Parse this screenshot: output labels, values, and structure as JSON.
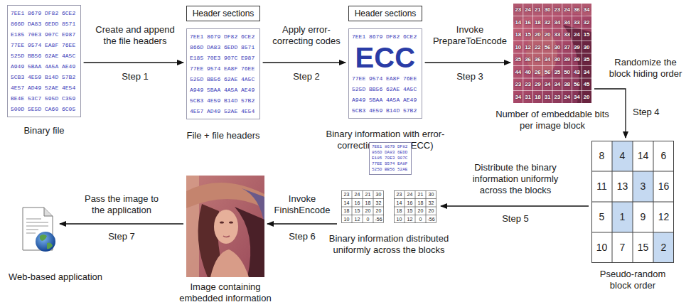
{
  "diagram": {
    "nodes": [
      {
        "text": [
          "7EE1 8679 DF82 6CE2 866D DA83 6EDD 8571 E185 70E3 907C E987 77EE 9574 EA8F 76EE 525D BB56 62AE 4A5C A949 5BAA 4A5A AE49 5CB3 4E59 B14D 57B2 4E57 AD49 52AE 4E54 BE4E 53C7 595D C359 500D 5E5D CA60 6C05",
          "Binary file"
        ]
      },
      {
        "text": [
          "Header sections"
        ]
      },
      {
        "text": [
          "7EE1 8679 DF82 6CE2 866D DA83 6EDD 8571 E185 70E3 907C E987 77EE 9574 EA8F 76EE 525D BB56 62AE 4A5C A949 5BAA 4A5A AE49 5CB3 4E59 B14D 57B2 4E57 AD49 52AE 4E54",
          "File + file headers"
        ]
      },
      {
        "text": [
          "Header sections"
        ]
      },
      {
        "text": [
          "7EE1 8679 DF82 6CE2",
          "ECC",
          "77EE 9574 EA8F 76EE 525D BB56 62AE 4A5C A949 5BAA 4A5A AE49 5CB3 4E59 B14D 57B2",
          "Binary information with error-correcting codes (ECC)"
        ]
      },
      {
        "text": [
          "Number of embeddable bits per image block"
        ]
      },
      {
        "text": [
          "Pseudo-random block order"
        ]
      },
      {
        "text": [
          "Binary information distributed uniformly across the blocks"
        ]
      },
      {
        "text": [
          "Image containing embedded information"
        ]
      },
      {
        "text": [
          "Web-based application"
        ]
      }
    ],
    "edges": [
      {
        "from": 0,
        "to": 2,
        "arrow": "to",
        "label": "Create and append the file headers"
      },
      {
        "from": 2,
        "to": 4,
        "arrow": "to",
        "label": "Apply error-correcting codes"
      },
      {
        "from": 4,
        "to": 5,
        "arrow": "to",
        "label": "Invoke PrepareToEncode"
      },
      {
        "from": 5,
        "to": 6,
        "arrow": "to",
        "label": "Randomize the block hiding order"
      },
      {
        "from": 6,
        "to": 7,
        "arrow": "to",
        "label": "Distribute the binary information uniformly across the blocks"
      },
      {
        "from": 7,
        "to": 8,
        "arrow": "to",
        "label": "Invoke FinishEncode"
      },
      {
        "from": 8,
        "to": 9,
        "arrow": "to",
        "label": "Pass the image to the application"
      }
    ],
    "labels": [
      "Step 1",
      "Step 2",
      "Step 3",
      "23",
      "24",
      "21",
      "30",
      "23",
      "24",
      "36",
      "34",
      "14",
      "16",
      "18",
      "32",
      "34",
      "34",
      "33",
      "32",
      "18",
      "15",
      "20",
      "20",
      "33",
      "33",
      "24",
      "15",
      "10",
      "12",
      "22",
      "56",
      "30",
      "37",
      "39",
      "30",
      "35",
      "36",
      "36",
      "34",
      "30",
      "39",
      "39",
      "35",
      "44",
      "40",
      "26",
      "56",
      "35",
      "50",
      "43",
      "34",
      "23",
      "23",
      "29",
      "34",
      "34",
      "38",
      "56",
      "45",
      "34",
      "31",
      "18",
      "31",
      "23",
      "24",
      "34",
      "20",
      "Step 4",
      "8",
      "4",
      "14",
      "6",
      "11",
      "13",
      "3",
      "16",
      "5",
      "1",
      "9",
      "12",
      "10",
      "7",
      "15",
      "2",
      "Step 5",
      "7EE1 8679 DF82 866D DA83 6EDD E185 70E3 907C 77EE 9574 EA8F 525D BB56 52AE",
      "23",
      "24",
      "21",
      "30",
      "14",
      "16",
      "18",
      "32",
      "18",
      "15",
      "20",
      "20",
      "10",
      "12",
      "0",
      "-56",
      "23",
      "24",
      "21",
      "30",
      "14",
      "16",
      "18",
      "32",
      "18",
      "15",
      "20",
      "20",
      "10",
      "12",
      "0",
      "-56",
      "Step 6",
      "Step 7"
    ]
  }
}
